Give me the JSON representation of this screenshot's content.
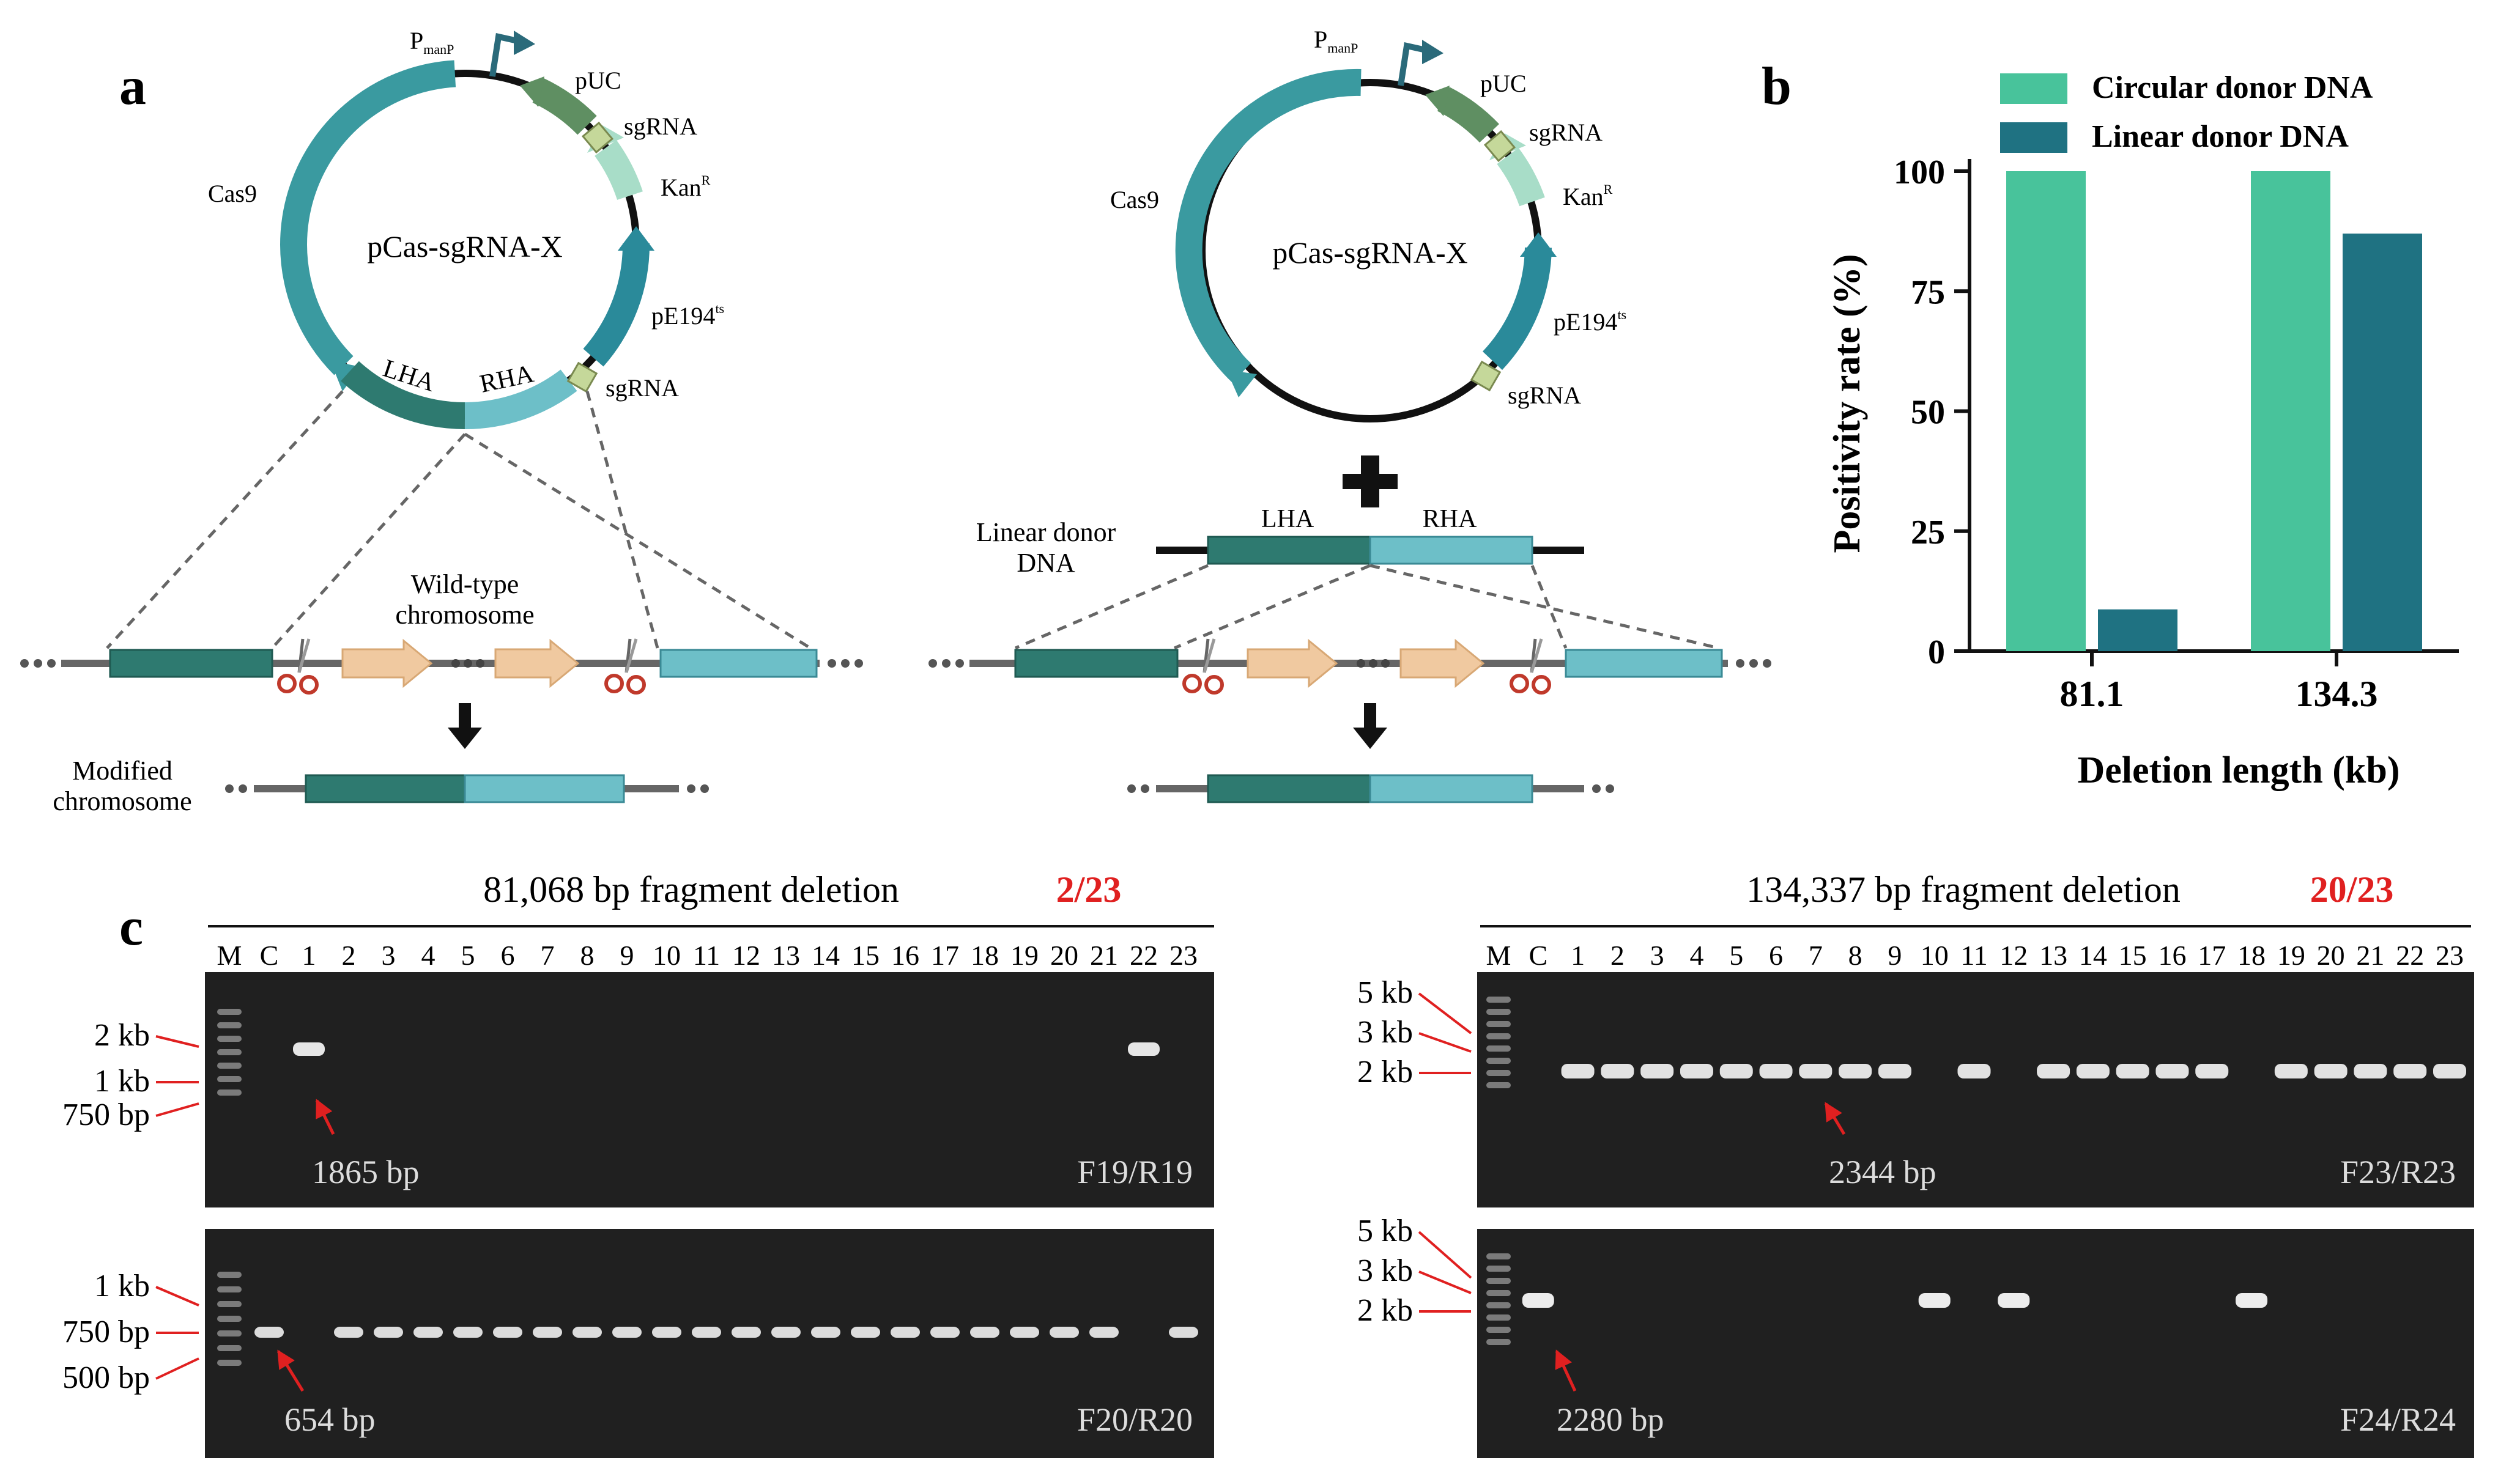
{
  "panel_a": {
    "label": "a",
    "circ": {
      "plasmid_name": "pCas-sgRNA-X",
      "cas9": "Cas9",
      "pmanp_main": "P",
      "pmanp_sub": "manP",
      "puc": "pUC",
      "sgrna_top": "sgRNA",
      "kan_main": "Kan",
      "kan_sup": "R",
      "pe194_main": "pE194",
      "pe194_sup": "ts",
      "sgrna_bottom": "sgRNA",
      "lha": "LHA",
      "rha": "RHA"
    },
    "lin": {
      "plasmid_name": "pCas-sgRNA-X",
      "cas9": "Cas9",
      "pmanp_main": "P",
      "pmanp_sub": "manP",
      "puc": "pUC",
      "sgrna_top": "sgRNA",
      "kan_main": "Kan",
      "kan_sup": "R",
      "pe194_main": "pE194",
      "pe194_sup": "ts",
      "sgrna_bottom": "sgRNA",
      "donor_label_1": "Linear donor",
      "donor_label_2": "DNA",
      "lha": "LHA",
      "rha": "RHA"
    },
    "wildtype_1": "Wild-type",
    "wildtype_2": "chromosome",
    "modified_1": "Modified",
    "modified_2": "chromosome"
  },
  "panel_b": {
    "label": "b",
    "colors": {
      "circular": "#48c39b",
      "linear": "#1f7282"
    }
  },
  "chart_data": {
    "type": "bar",
    "categories": [
      "81.1",
      "134.3"
    ],
    "series": [
      {
        "name": "Circular donor DNA",
        "values": [
          100,
          100
        ]
      },
      {
        "name": "Linear donor DNA",
        "values": [
          8.7,
          87
        ]
      }
    ],
    "xlabel": "Deletion length (kb)",
    "ylabel": "Positivity rate (%)",
    "ylim": [
      0,
      100
    ],
    "yticks": [
      "0",
      "25",
      "50",
      "75",
      "100"
    ],
    "legend": "top-right",
    "grid": false
  },
  "panel_c": {
    "label": "c",
    "left": {
      "title": "81,068 bp fragment deletion",
      "ratio": "2/23",
      "lanes": [
        "M",
        "C",
        "1",
        "2",
        "3",
        "4",
        "5",
        "6",
        "7",
        "8",
        "9",
        "10",
        "11",
        "12",
        "13",
        "14",
        "15",
        "16",
        "17",
        "18",
        "19",
        "20",
        "21",
        "22",
        "23"
      ],
      "gel1": {
        "markers": [
          "2 kb",
          "1 kb",
          "750 bp"
        ],
        "size": "1865 bp",
        "primer": "F19/R19"
      },
      "gel2": {
        "markers": [
          "1 kb",
          "750 bp",
          "500 bp"
        ],
        "size": "654 bp",
        "primer": "F20/R20"
      }
    },
    "right": {
      "title": "134,337 bp fragment deletion",
      "ratio": "20/23",
      "lanes": [
        "M",
        "C",
        "1",
        "2",
        "3",
        "4",
        "5",
        "6",
        "7",
        "8",
        "9",
        "10",
        "11",
        "12",
        "13",
        "14",
        "15",
        "16",
        "17",
        "18",
        "19",
        "20",
        "21",
        "22",
        "23"
      ],
      "gel1": {
        "markers": [
          "5 kb",
          "3 kb",
          "2 kb"
        ],
        "size": "2344 bp",
        "primer": "F23/R23"
      },
      "gel2": {
        "markers": [
          "5 kb",
          "3 kb",
          "2 kb"
        ],
        "size": "2280 bp",
        "primer": "F24/R24"
      }
    }
  }
}
